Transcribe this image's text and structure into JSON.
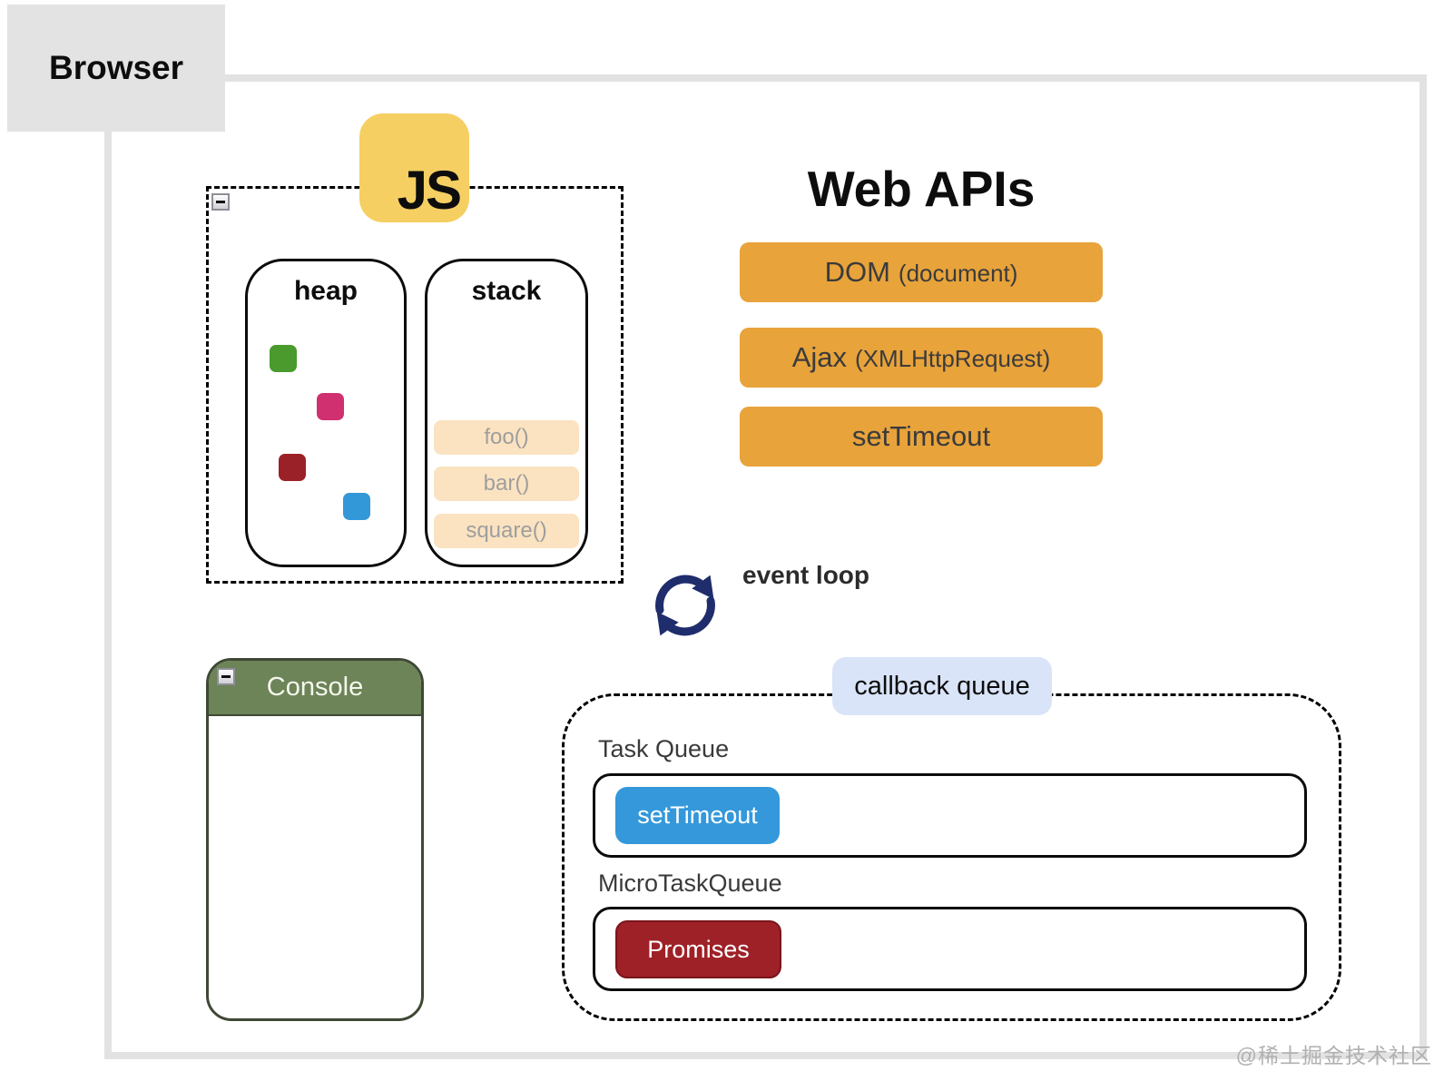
{
  "browser": {
    "label": "Browser"
  },
  "js_engine": {
    "logo_text": "JS",
    "heap": {
      "title": "heap"
    },
    "stack": {
      "title": "stack",
      "frames": [
        "foo()",
        "bar()",
        "square()"
      ]
    }
  },
  "web_apis": {
    "title": "Web APIs",
    "buttons": [
      {
        "main": "DOM",
        "sub": "(document)"
      },
      {
        "main": "Ajax",
        "sub": "(XMLHttpRequest)"
      },
      {
        "main": "setTimeout",
        "sub": ""
      }
    ]
  },
  "event_loop": {
    "label": "event loop"
  },
  "callback_queue": {
    "label": "callback queue",
    "task_queue": {
      "title": "Task Queue",
      "items": [
        "setTimeout"
      ]
    },
    "microtask_queue": {
      "title": "MicroTaskQueue",
      "items": [
        "Promises"
      ]
    }
  },
  "console_panel": {
    "title": "Console"
  },
  "watermark": "@稀土掘金技术社区",
  "colors": {
    "frame_gray": "#e2e2e2",
    "js_badge": "#f6cf63",
    "web_api_button": "#e8a33b",
    "heap_objects": [
      "#4a9a2d",
      "#d0306f",
      "#9b2128",
      "#3398d8"
    ],
    "stack_frame": "#fbe3c1",
    "event_loop_icon": "#1f2d6c",
    "callback_label": "#d9e4f8",
    "task_item": "#3498db",
    "microtask_item": "#9e2127",
    "console_header": "#6d8358"
  }
}
